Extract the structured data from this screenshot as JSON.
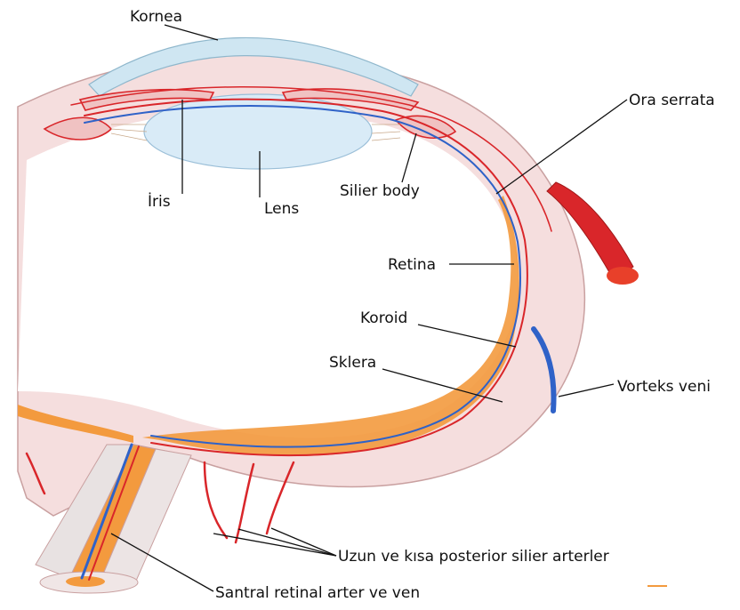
{
  "labels": {
    "kornea": "Kornea",
    "ora_serrata": "Ora serrata",
    "iris": "İris",
    "lens": "Lens",
    "silier_body": "Silier body",
    "retina": "Retina",
    "koroid": "Koroid",
    "sklera": "Sklera",
    "vorteks_veni": "Vorteks veni",
    "posterior_silier": "Uzun ve kısa posterior silier arterler",
    "santral_retinal": "Santral retinal arter ve ven"
  },
  "colors": {
    "sclera": "#f5dede",
    "cornea": "#cfe6f2",
    "lens": "#d9ebf7",
    "retina": "#f39a3e",
    "artery": "#d9262a",
    "vein": "#2f62c8"
  }
}
